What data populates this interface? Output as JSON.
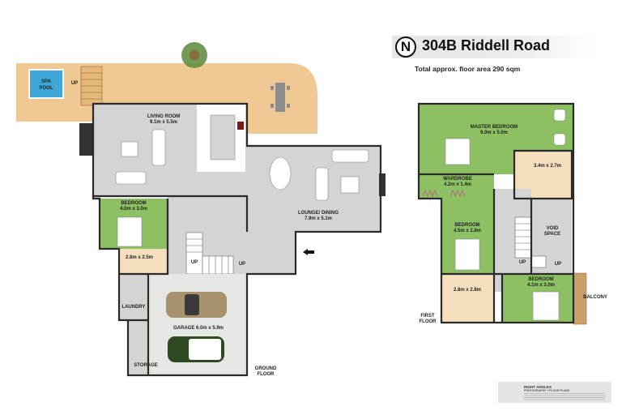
{
  "header": {
    "north_symbol": "N",
    "address": "304B Riddell Road",
    "floor_area": "Total approx. floor area 290 sqm"
  },
  "ground_floor": {
    "label_line1": "GROUND",
    "label_line2": "FLOOR",
    "spa_line1": "SPA",
    "spa_line2": "POOL",
    "deck_up": "UP",
    "living_room": {
      "name": "LIVING ROOM",
      "size": "9.1m x 5.5m"
    },
    "lounge_dining": {
      "name": "LOUNGE/ DINING",
      "size": "7.9m x 5.1m"
    },
    "bedroom": {
      "name": "BEDROOM",
      "size": "4.0m x 3.0m"
    },
    "bathroom": {
      "size": "2.8m x 2.5m"
    },
    "laundry": {
      "name": "LAUNDRY"
    },
    "garage": {
      "name": "GARAGE 6.0m x 5.9m"
    },
    "storage": {
      "name": "STORAGE"
    },
    "stair_up_1": "UP",
    "stair_up_2": "UP"
  },
  "first_floor": {
    "label_line1": "FIRST",
    "label_line2": "FLOOR",
    "master_bedroom": {
      "name": "MASTER BEDROOM",
      "size": "9.0m x 5.0m"
    },
    "ensuite": {
      "size": "3.4m x 2.7m"
    },
    "wardrobe": {
      "name": "WARDROBE",
      "size": "4.2m x 1.4m"
    },
    "bedroom_2": {
      "name": "BEDROOM",
      "size": "4.5m x 2.8m"
    },
    "void": {
      "line1": "VOID",
      "line2": "SPACE"
    },
    "bathroom": {
      "size": "2.8m x 2.8m"
    },
    "bedroom_3": {
      "name": "BEDROOM",
      "size": "4.1m x 3.0m"
    },
    "balcony": {
      "name": "BALCONY"
    },
    "stair_up_1": "UP",
    "stair_up_2": "UP"
  },
  "branding": {
    "name": "RIGHT ANGLES",
    "tagline": "PHOTOGRAPHY + FLOOR PLANS"
  },
  "colors": {
    "bedroom": "#8cc063",
    "living": "#d4d4d4",
    "wet": "#f5dfbd",
    "deck": "#f0c893",
    "pool": "#3fa6d8",
    "garage": "#e6e6e2"
  }
}
